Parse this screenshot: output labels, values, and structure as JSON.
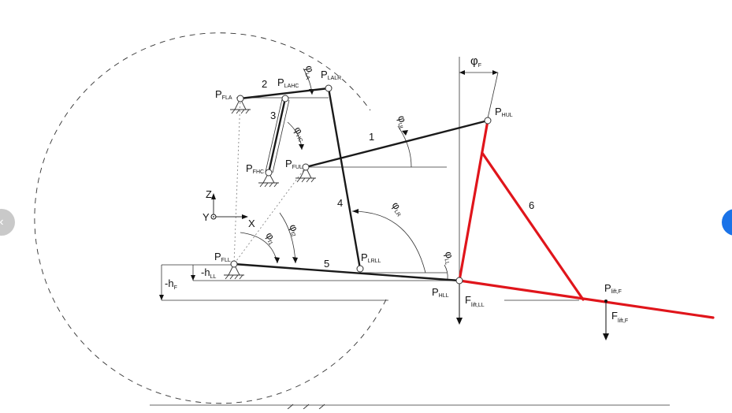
{
  "labels": {
    "P_FLA": {
      "main": "P",
      "sub": "FLA"
    },
    "P_LAHC": {
      "main": "P",
      "sub": "LAHC"
    },
    "P_LALR": {
      "main": "P",
      "sub": "LALR"
    },
    "P_FHC": {
      "main": "P",
      "sub": "FHC"
    },
    "P_FUL": {
      "main": "P",
      "sub": "FUL"
    },
    "P_HUL": {
      "main": "P",
      "sub": "HUL"
    },
    "P_FLL": {
      "main": "P",
      "sub": "FLL"
    },
    "P_LRLL": {
      "main": "P",
      "sub": "LRLL"
    },
    "P_HLL": {
      "main": "P",
      "sub": "HLL"
    },
    "P_lift_F": {
      "main": "P",
      "sub": "lift,F"
    },
    "F_lift_LL": {
      "main": "F",
      "sub": "lift,LL"
    },
    "F_lift_F": {
      "main": "F",
      "sub": "lift,F"
    }
  },
  "angles": {
    "phi_F": {
      "main": "φ",
      "sub": "F"
    },
    "phi_LA": {
      "main": "φ",
      "sub": "LA"
    },
    "phi_HC": {
      "main": "φ",
      "sub": "HC"
    },
    "phi_UL": {
      "main": "φ",
      "sub": "UL"
    },
    "phi_LR": {
      "main": "φ",
      "sub": "LR"
    },
    "phi_LL": {
      "main": "φ",
      "sub": "LL"
    },
    "phi_f1": {
      "main": "φ",
      "sub": "f1"
    },
    "phi_f2": {
      "main": "φ",
      "sub": "f2"
    }
  },
  "links": {
    "n1": "1",
    "n2": "2",
    "n3": "3",
    "n4": "4",
    "n5": "5",
    "n6": "6"
  },
  "dims": {
    "h_LL": {
      "main": "-h",
      "sub": "LL"
    },
    "h_F": {
      "main": "-h",
      "sub": "F"
    }
  },
  "axes": {
    "z": "Z",
    "y": "Y",
    "x": "X"
  },
  "colors": {
    "frame_links": "#e0151b",
    "links": "#1a1a1a",
    "next_button": "#1a73e8",
    "prev_button": "#c9c9c9"
  },
  "nav": {
    "prev_icon": "‹",
    "next_icon": "›"
  }
}
